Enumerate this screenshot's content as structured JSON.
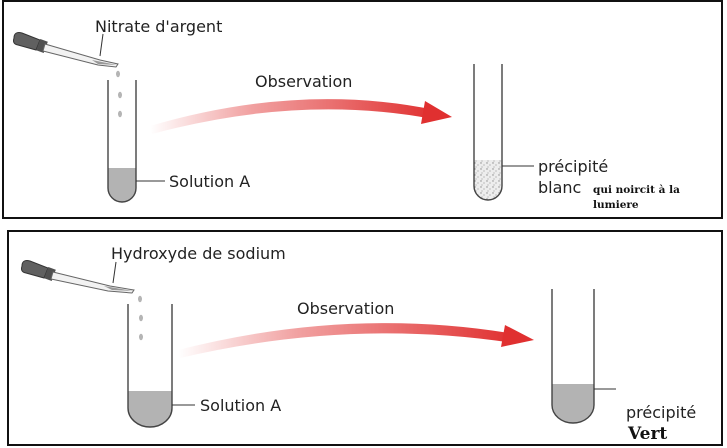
{
  "panels": [
    {
      "reagent": "Nitrate d'argent",
      "arrow_label": "Observation",
      "solution_label": "Solution A",
      "precipitate_label_1": "précipité",
      "precipitate_label_2": "blanc",
      "precipitate_note_1": "qui noircit à la",
      "precipitate_note_2": "lumiere",
      "colors": {
        "solution": "#b3b3b3",
        "arrow": "#e03030"
      }
    },
    {
      "reagent": "Hydroxyde de sodium",
      "arrow_label": "Observation",
      "solution_label": "Solution A",
      "precipitate_label_1": "précipité",
      "precipitate_color_label": "Vert",
      "colors": {
        "solution": "#b3b3b3",
        "arrow": "#e03030"
      }
    }
  ]
}
